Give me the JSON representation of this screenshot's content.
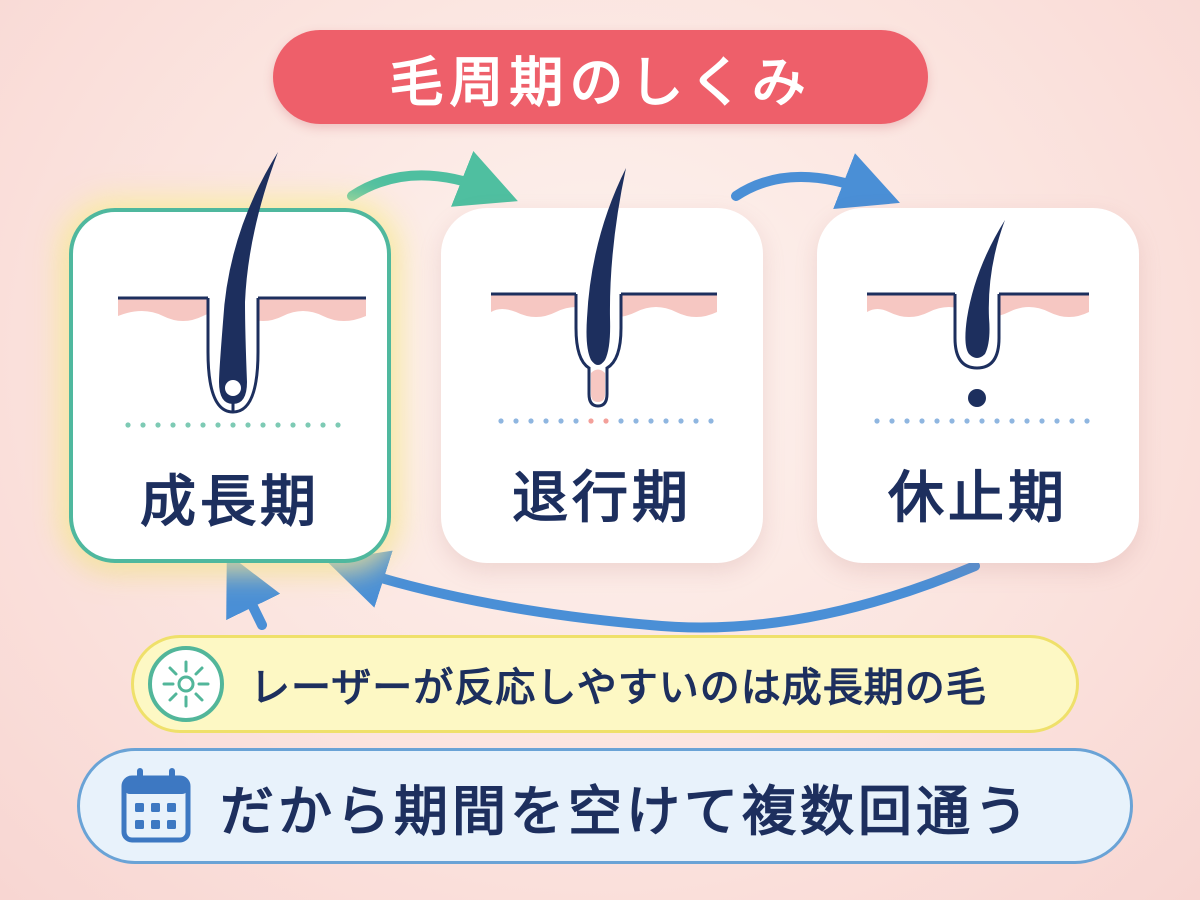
{
  "title": "毛周期のしくみ",
  "stages": [
    {
      "label": "成長期",
      "active": true
    },
    {
      "label": "退行期",
      "active": false
    },
    {
      "label": "休止期",
      "active": false
    }
  ],
  "note": {
    "text": "レーザーが反応しやすいのは成長期の毛",
    "icon": "laser-burst-icon"
  },
  "cta": {
    "text": "だから期間を空けて複数回通う",
    "icon": "calendar-icon"
  },
  "colors": {
    "title_bg": "#ee5f6a",
    "navy": "#1d2f5e",
    "teal": "#4fb89e",
    "blue": "#4a8fd6",
    "skin": "#f6c7c2",
    "note_bg": "#fdf8c4",
    "cta_bg": "#e8f2fb"
  }
}
